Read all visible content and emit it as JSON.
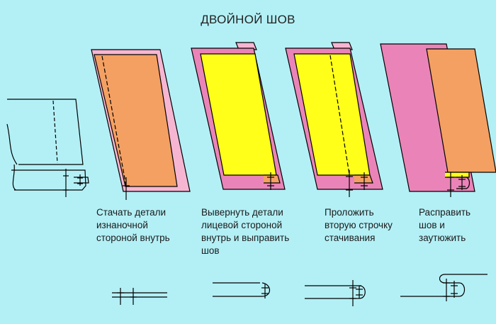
{
  "title": "ДВОЙНОЙ ШОВ",
  "steps": [
    {
      "lines": [
        "Стачать детали",
        "изнаночной",
        "стороной внутрь"
      ]
    },
    {
      "lines": [
        "Вывернуть детали",
        "лицевой стороной",
        "внутрь и выправить",
        "шов"
      ]
    },
    {
      "lines": [
        "Проложить",
        "вторую строчку",
        "стачивания"
      ]
    },
    {
      "lines": [
        "Расправить",
        "шов и",
        "заутюжить"
      ]
    }
  ],
  "colors": {
    "background": "#b3f0f6",
    "orange_fabric": "#f4a062",
    "pink_fabric": "#f6b6d2",
    "magenta_fabric": "#ea84b8",
    "yellow_fabric": "#ffff1a",
    "line": "#000000"
  }
}
